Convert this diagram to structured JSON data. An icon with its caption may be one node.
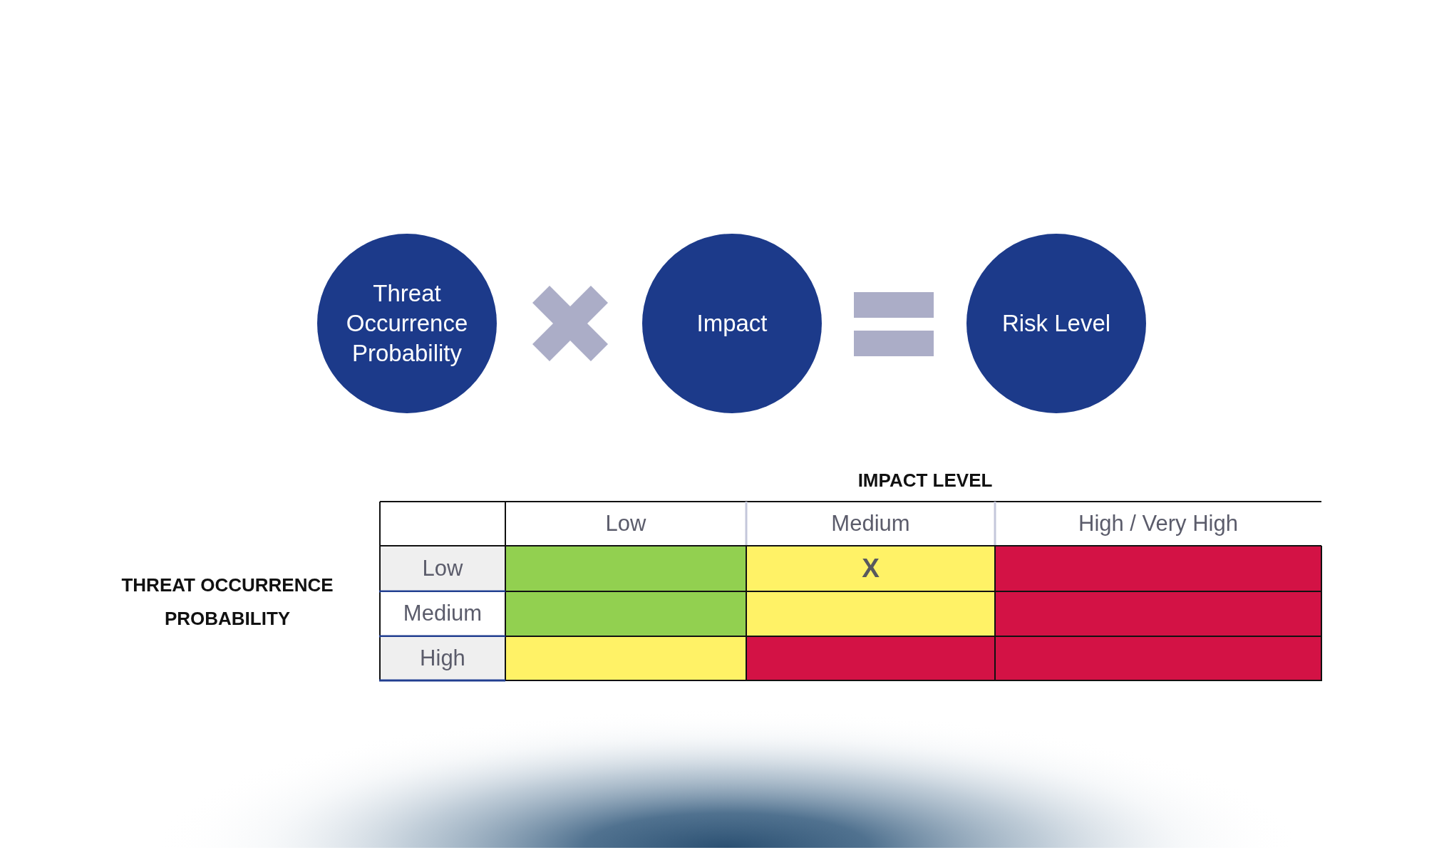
{
  "diagram": {
    "nodes": [
      {
        "text": [
          "Threat Occurrence Probability"
        ]
      },
      {
        "text": [
          "Impact"
        ]
      },
      {
        "text": [
          "Risk Level"
        ]
      }
    ],
    "labels": [
      "IMPACT LEVEL",
      "Low",
      "Medium",
      "High / Very High",
      "THREAT OCCURRENCE PROBABILITY",
      "Low",
      "X",
      "Medium",
      "High"
    ]
  }
}
